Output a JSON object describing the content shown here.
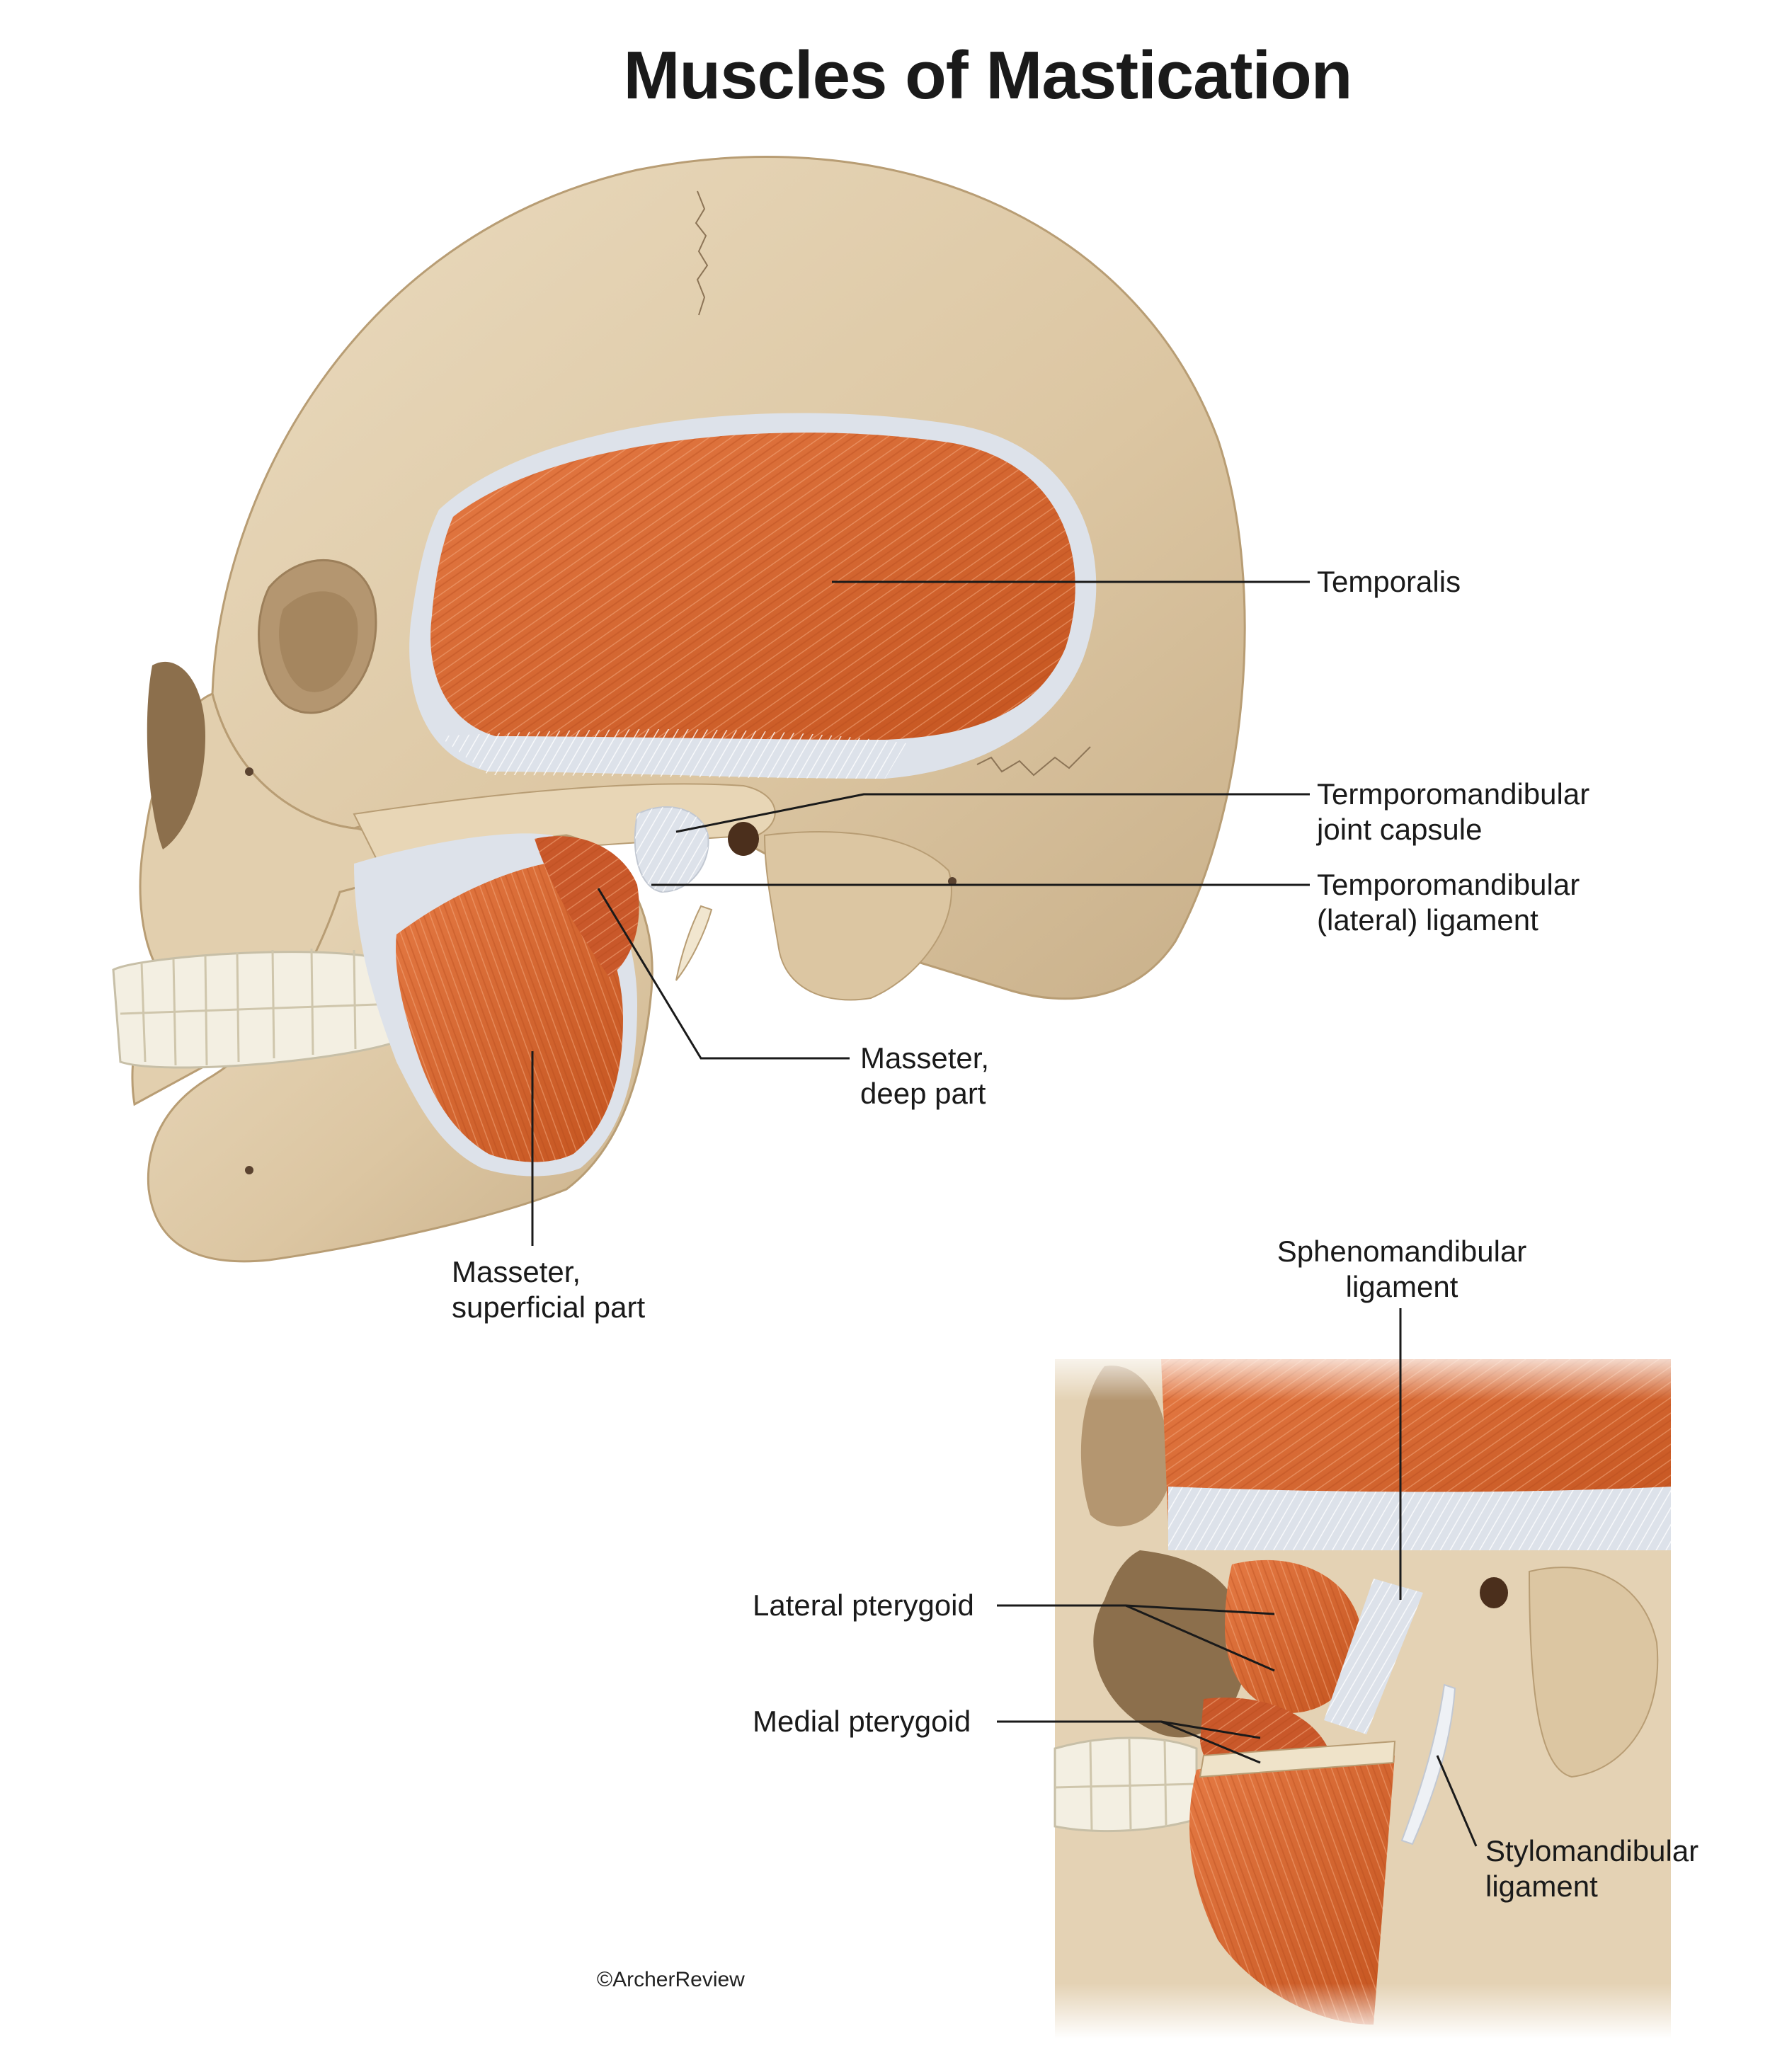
{
  "title": "Muscles of Mastication",
  "labels": {
    "temporalis": "Temporalis",
    "tmj_capsule_line1": "Termporomandibular",
    "tmj_capsule_line2": "joint capsule",
    "tm_ligament_line1": "Temporomandibular",
    "tm_ligament_line2": "(lateral) ligament",
    "masseter_deep_line1": "Masseter,",
    "masseter_deep_line2": "deep part",
    "masseter_superficial_line1": "Masseter,",
    "masseter_superficial_line2": "superficial part",
    "sphenomandibular_line1": "Sphenomandibular",
    "sphenomandibular_line2": "ligament",
    "lateral_pterygoid": "Lateral pterygoid",
    "medial_pterygoid": "Medial pterygoid",
    "stylomandibular_line1": "Stylomandibular",
    "stylomandibular_line2": "ligament"
  },
  "copyright": "©ArcherReview",
  "colors": {
    "bone": "#e4d2b4",
    "bone_shadow": "#c9b08a",
    "muscle": "#e0703a",
    "muscle_dark": "#c24e22",
    "tendon": "#dde2ea",
    "teeth": "#f3efe2",
    "leader_line": "#1a1a1a"
  }
}
